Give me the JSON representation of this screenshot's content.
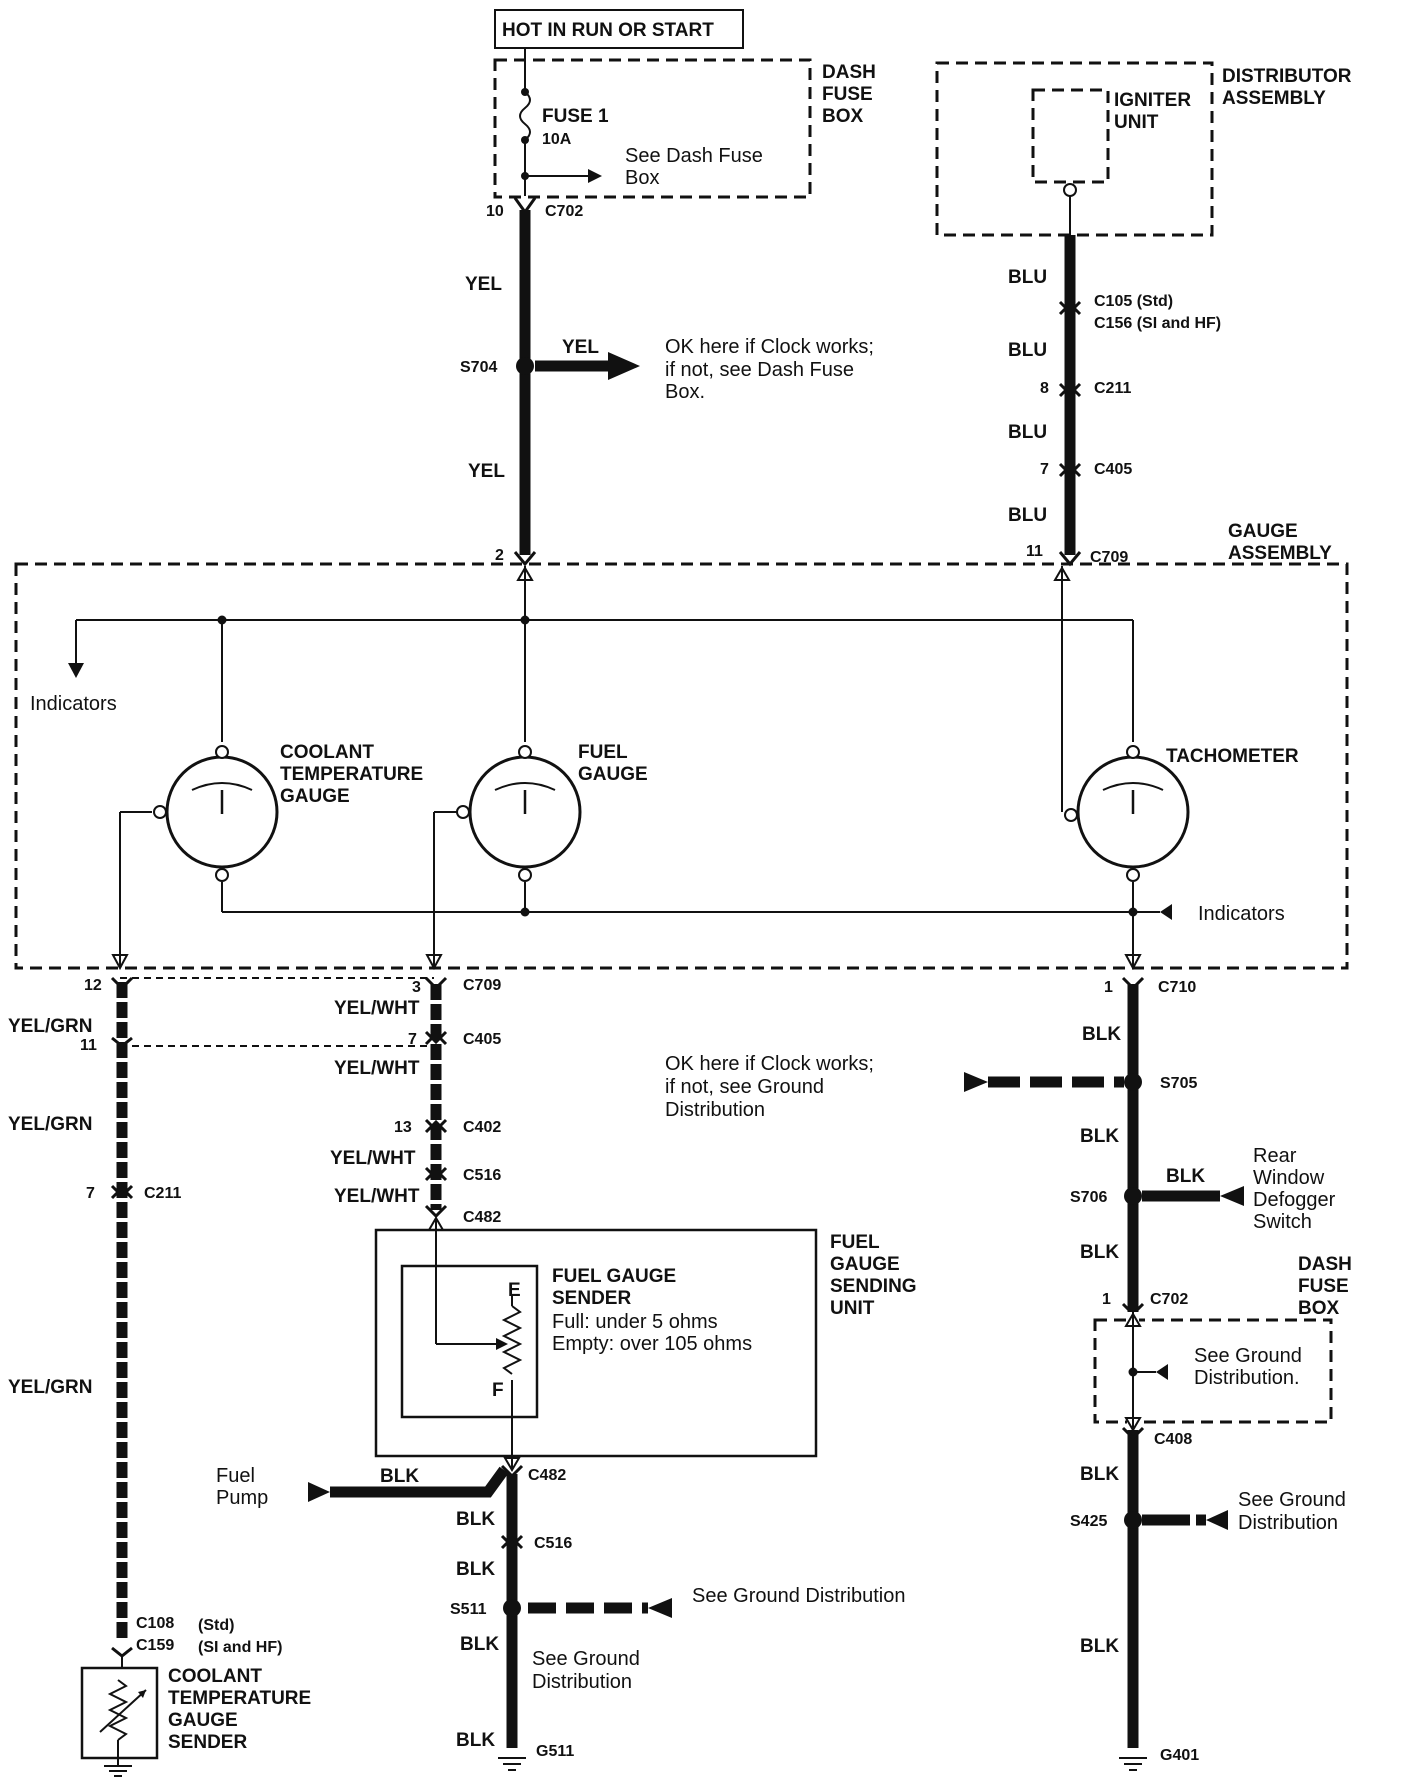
{
  "power": {
    "hot_label": "HOT IN RUN OR START",
    "dash_fuse_box": [
      "DASH",
      "FUSE",
      "BOX"
    ],
    "fuse_name": "FUSE 1",
    "fuse_rating": "10A",
    "see_dash_fuse": [
      "See Dash Fuse",
      "Box"
    ],
    "pin_10": "10",
    "c702": "C702",
    "yel": "YEL",
    "s704": "S704",
    "ok_clock_fuse": [
      "OK here if Clock works;",
      "if not, see Dash Fuse",
      "Box."
    ],
    "pin_2": "2"
  },
  "distributor": {
    "title": [
      "DISTRIBUTOR",
      "ASSEMBLY"
    ],
    "igniter": [
      "IGNITER",
      "UNIT"
    ],
    "blu": "BLU",
    "c105": "C105 (Std)",
    "c156": "C156 (SI and HF)",
    "pin_8": "8",
    "c211": "C211",
    "pin_7": "7",
    "c405": "C405",
    "pin_11": "11",
    "c709": "C709"
  },
  "gauge_assembly": {
    "title": [
      "GAUGE",
      "ASSEMBLY"
    ],
    "indicators_left": "Indicators",
    "indicators_right": "Indicators",
    "coolant_gauge": [
      "COOLANT",
      "TEMPERATURE",
      "GAUGE"
    ],
    "fuel_gauge": [
      "FUEL",
      "GAUGE"
    ],
    "tachometer": "TACHOMETER"
  },
  "coolant_circuit": {
    "pin_12": "12",
    "yel_grn": "YEL/GRN",
    "pin_11": "11",
    "pin_7": "7",
    "c211": "C211",
    "c108": "C108",
    "c108_note": "(Std)",
    "c159": "C159",
    "c159_note": "(SI and HF)",
    "sender": [
      "COOLANT",
      "TEMPERATURE",
      "GAUGE",
      "SENDER"
    ]
  },
  "fuel_circuit": {
    "pin_3": "3",
    "c709": "C709",
    "yel_wht": "YEL/WHT",
    "pin_7": "7",
    "c405": "C405",
    "pin_13": "13",
    "c402": "C402",
    "c516": "C516",
    "c482": "C482",
    "sending_unit": [
      "FUEL",
      "GAUGE",
      "SENDING",
      "UNIT"
    ],
    "sender_title": [
      "FUEL GAUGE",
      "SENDER"
    ],
    "sender_full": "Full: under 5 ohms",
    "sender_empty": "Empty: over 105 ohms",
    "e": "E",
    "f": "F",
    "fuel_pump": [
      "Fuel",
      "Pump"
    ],
    "blk": "BLK",
    "s511": "S511",
    "see_ground_1": "See Ground Distribution",
    "see_ground_2": [
      "See Ground",
      "Distribution"
    ],
    "g511": "G511"
  },
  "ground_circuit": {
    "pin_1": "1",
    "c710": "C710",
    "blk": "BLK",
    "ok_clock_ground": [
      "OK here if Clock works;",
      "if not, see Ground",
      "Distribution"
    ],
    "s705": "S705",
    "s706": "S706",
    "rear_window": [
      "Rear",
      "Window",
      "Defogger",
      "Switch"
    ],
    "dash_fuse_box": [
      "DASH",
      "FUSE",
      "BOX"
    ],
    "c702": "C702",
    "see_ground_box": [
      "See Ground",
      "Distribution."
    ],
    "c408": "C408",
    "s425": "S425",
    "see_ground_s425": [
      "See Ground",
      "Distribution"
    ],
    "g401": "G401"
  }
}
